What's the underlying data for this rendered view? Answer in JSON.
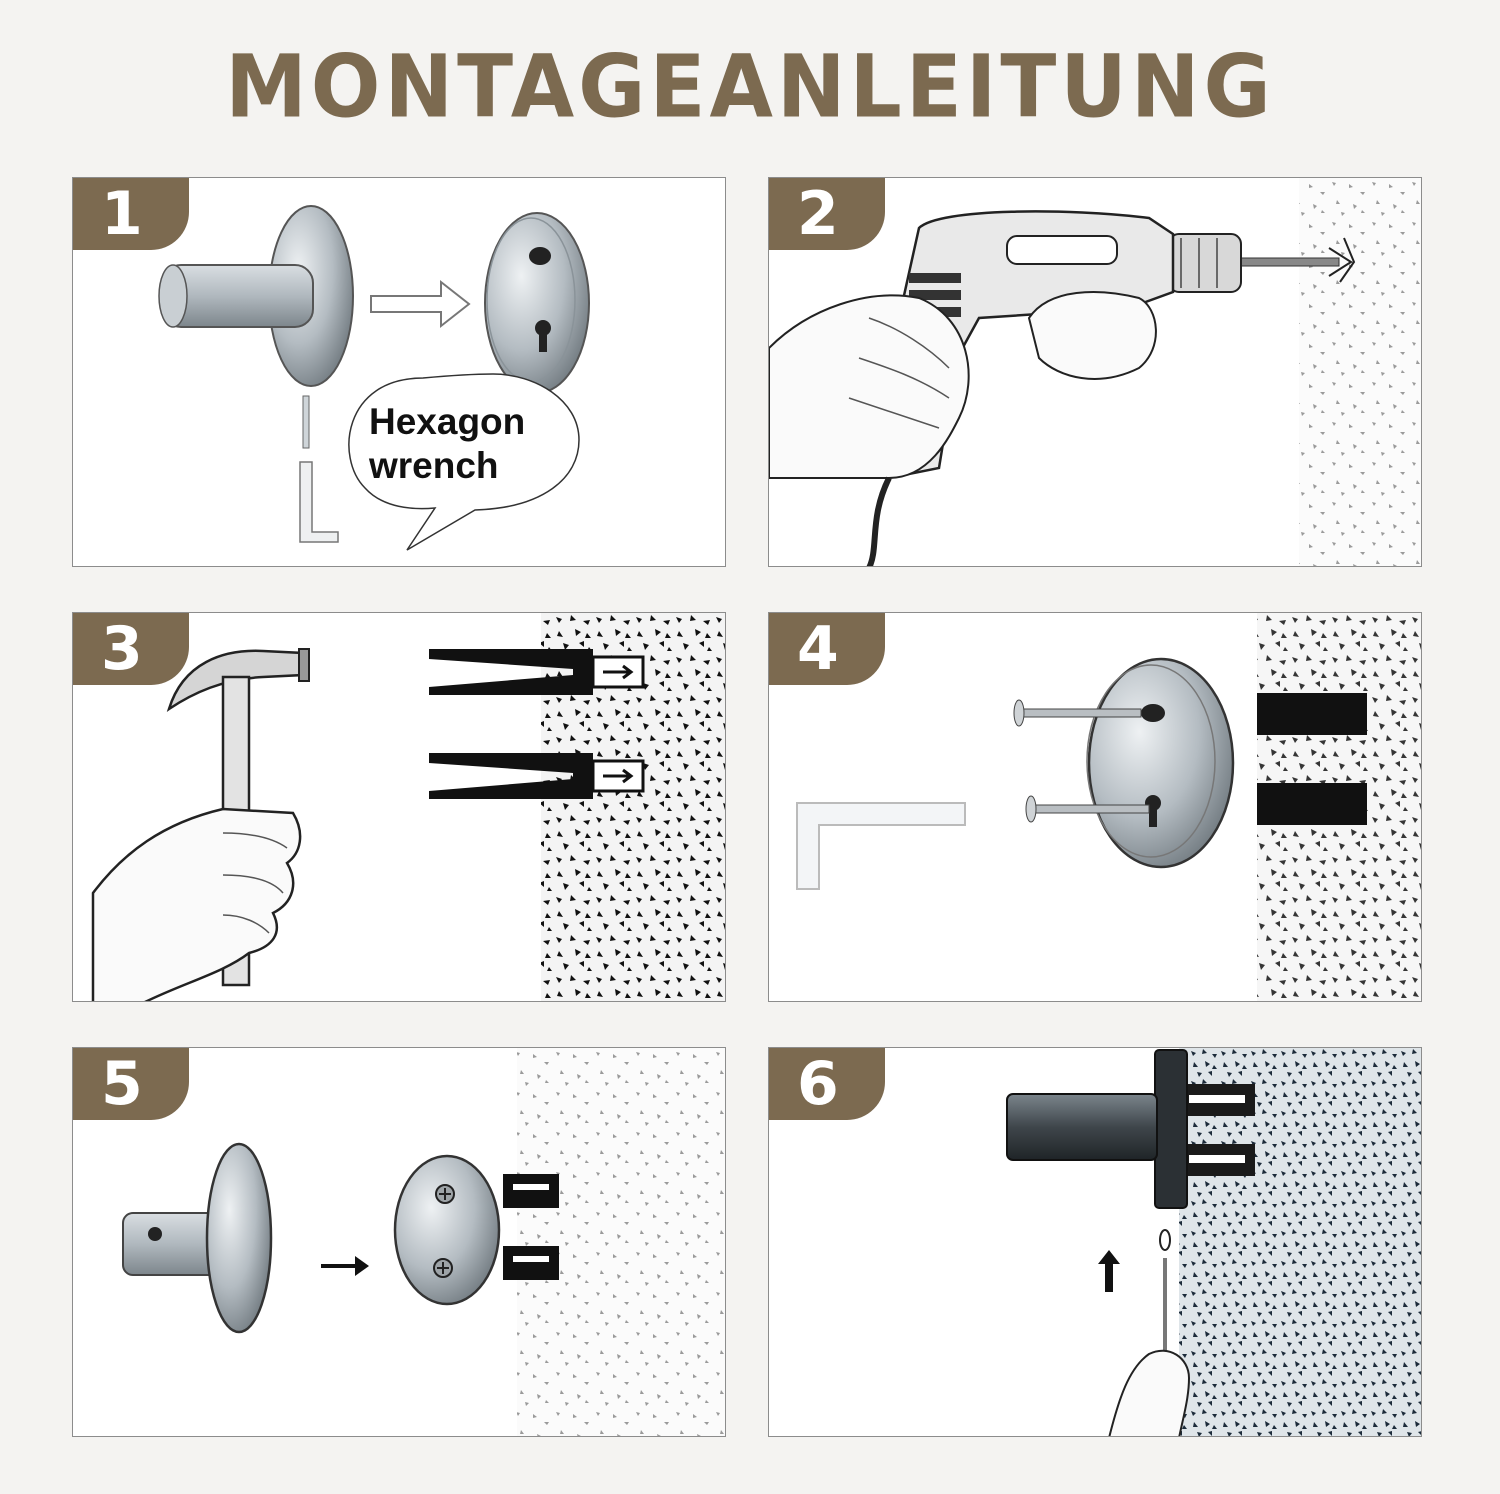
{
  "title": "MONTAGEANLEITUNG",
  "steps": [
    {
      "number": "1",
      "bubble_line1": "Hexagon",
      "bubble_line2": "wrench"
    },
    {
      "number": "2"
    },
    {
      "number": "3"
    },
    {
      "number": "4"
    },
    {
      "number": "5"
    },
    {
      "number": "6"
    }
  ],
  "colors": {
    "accent": "#7c6a50",
    "background": "#f4f3f1"
  }
}
